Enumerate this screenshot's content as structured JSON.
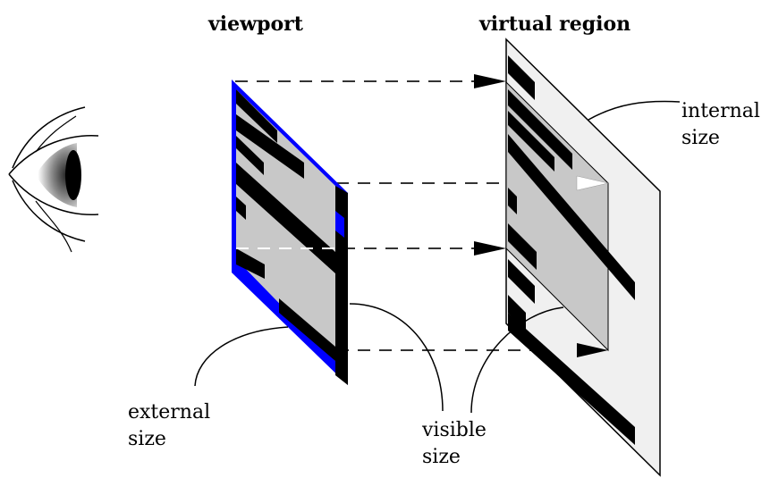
{
  "labels": {
    "viewport": "viewport",
    "virtual_region": "virtual region",
    "internal_size_line1": "internal",
    "internal_size_line2": "size",
    "external_size_line1": "external",
    "external_size_line2": "size",
    "visible_size_line1": "visible",
    "visible_size_line2": "size"
  },
  "colors": {
    "viewport_border": "#0000ff",
    "content_fill": "#c8c8c8",
    "region_fill": "#f0f0f0",
    "bars": "#000000"
  },
  "icons": {
    "eye": "eye-icon"
  }
}
